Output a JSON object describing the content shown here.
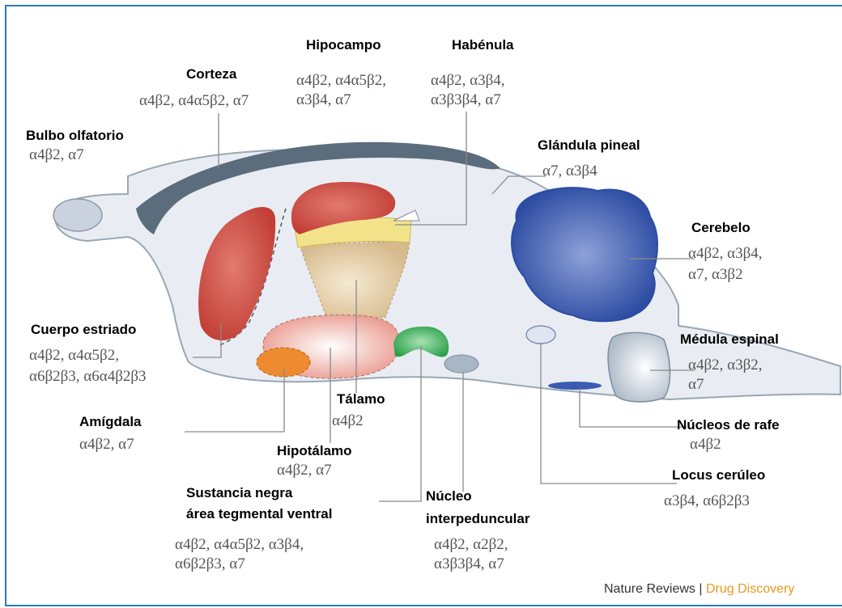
{
  "colors": {
    "frame": "#2b7bbf",
    "leader": "#8a8a8a",
    "brain_fill": "#e9edf3",
    "cortex": "#5b6c7c",
    "hippocampus": "#cd4a42",
    "habenula": "#f2e38a",
    "thalamus": "#d9bf94",
    "striatum": "#c9483f",
    "hypothalamus": "#e89b8e",
    "amygdala": "#ee8a2f",
    "substantia_nigra": "#2fa84f",
    "interpeduncular": "#a9b6c6",
    "cerebellum": "#3050a8",
    "spinal": "#b8c4d2",
    "raphe": "#3a5bb0",
    "credit_accent": "#e8971e"
  },
  "regions": {
    "bulbo": {
      "name": "Bulbo olfatorio",
      "receptors": [
        "α4β2, α7"
      ]
    },
    "corteza": {
      "name": "Corteza",
      "receptors": [
        "α4β2, α4α5β2, α7"
      ]
    },
    "hipocampo": {
      "name": "Hipocampo",
      "receptors": [
        "α4β2, α4α5β2,",
        "α3β4, α7"
      ]
    },
    "habenula": {
      "name": "Habénula",
      "receptors": [
        "α4β2, α3β4,",
        "α3β3β4, α7"
      ]
    },
    "pineal": {
      "name": "Glándula pineal",
      "receptors": [
        "α7, α3β4"
      ]
    },
    "cerebelo": {
      "name": "Cerebelo",
      "receptors": [
        "α4β2, α3β4,",
        "α7, α3β2"
      ]
    },
    "estriado": {
      "name": "Cuerpo estriado",
      "receptors": [
        "α4β2, α4α5β2,",
        "α6β2β3, α6α4β2β3"
      ]
    },
    "medula": {
      "name": "Médula espinal",
      "receptors": [
        "α4β2, α3β2,",
        "α7"
      ]
    },
    "talamo": {
      "name": "Tálamo",
      "receptors": [
        "α4β2"
      ]
    },
    "amigdala": {
      "name": "Amígdala",
      "receptors": [
        "α4β2, α7"
      ]
    },
    "rafe": {
      "name": "Núcleos de rafe",
      "receptors": [
        "α4β2"
      ]
    },
    "hipotalamo": {
      "name": "Hipotálamo",
      "receptors": [
        "α4β2, α7"
      ]
    },
    "locus": {
      "name": "Locus cerúleo",
      "receptors": [
        "α3β4, α6β2β3"
      ]
    },
    "sustancia": {
      "name": [
        "Sustancia  negra",
        "área tegmental ventral"
      ],
      "receptors": [
        "α4β2, α4α5β2, α3β4,",
        "α6β2β3, α7"
      ]
    },
    "interpeduncular": {
      "name": [
        "Núcleo",
        "interpeduncular"
      ],
      "receptors": [
        "α4β2, α2β2,",
        "α3β3β4, α7"
      ]
    }
  },
  "credit": {
    "journal": "Nature Reviews",
    "separator": " | ",
    "section": "Drug Discovery"
  }
}
